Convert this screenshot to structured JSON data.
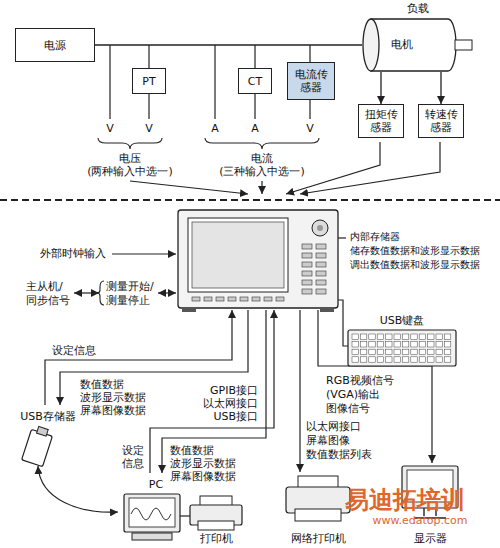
{
  "diagram": {
    "nodes": [
      {
        "text": [
          "电源"
        ]
      },
      {
        "text": [
          "PT"
        ]
      },
      {
        "text": [
          "CT"
        ]
      },
      {
        "text": [
          "电流传感器"
        ]
      },
      {
        "text": [
          "负载",
          "电机"
        ]
      },
      {
        "text": [
          "扭矩传感器"
        ]
      },
      {
        "text": [
          "转速传感器"
        ]
      }
    ],
    "edges": [
      {
        "from": 0,
        "to": 4,
        "arrow": "none"
      },
      {
        "from": 4,
        "to": 5,
        "arrow": "to"
      },
      {
        "from": 4,
        "to": 6,
        "arrow": "to"
      }
    ],
    "labels": [
      "V",
      "V",
      "A",
      "A",
      "V",
      "电压",
      "(两种输入中选一)",
      "电流",
      "(三种输入中选一)",
      "外部时钟输入",
      "主从机/",
      "同步信号",
      "测量开始/",
      "测量停止",
      "内部存储器",
      "储存数值数据和波形显示数据",
      "调出数值数据和波形显示数据",
      "USB键盘",
      "设定信息",
      "数值数据",
      "波形显示数据",
      "屏幕图像数据",
      "GPIB接口",
      "以太网接口",
      "USB接口",
      "USB存储器",
      "设定",
      "信息",
      "数值数据",
      "波形显示数据",
      "屏幕图像数据",
      "PC",
      "打印机",
      "以太网接口",
      "屏幕图像",
      "数值数据列表",
      "RGB视频信号",
      "(VGA)输出",
      "图像信号",
      "网络打印机",
      "显示器",
      "易迪拓培训",
      "www.edatop.com"
    ]
  }
}
